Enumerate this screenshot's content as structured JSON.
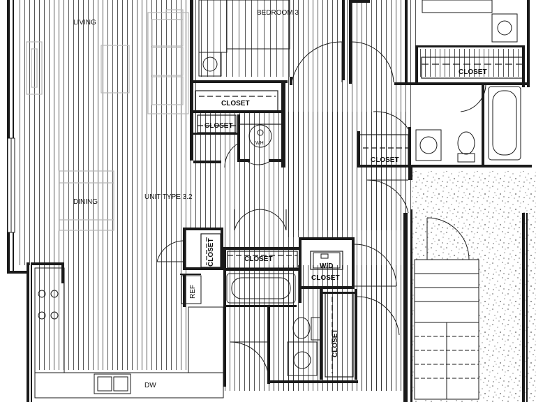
{
  "plan": {
    "unit_label": "UNIT TYPE 3.2",
    "rooms": {
      "living": "LIVING",
      "dining": "DINING",
      "bedroom3": "BEDROOM 3"
    },
    "closets": {
      "upper_hall": "CLOSET",
      "left_small": "CLOSET",
      "corner": "CLOSET",
      "right_top": "CLOSET",
      "vertical_small": "CLOSET",
      "bath": "CLOSET",
      "laundry": "CLOSET",
      "vertical_tall": "CLOSET"
    },
    "fixtures": {
      "water_heater": "WH",
      "washer_dryer": "W/D",
      "refrigerator": "REF",
      "dishwasher": "DW"
    }
  },
  "colors": {
    "wall": "#1a1a1a",
    "floor_hatch": "#2b2b2b",
    "furniture": "#b8b8b8",
    "gravel": "#555555"
  }
}
